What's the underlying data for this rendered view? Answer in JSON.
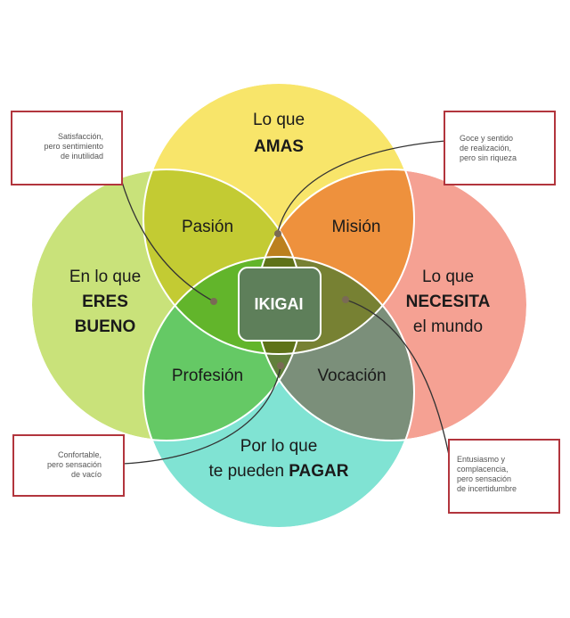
{
  "circles": {
    "top": {
      "line1": "Lo que",
      "line2": "AMAS",
      "color": "#f8e56a"
    },
    "left": {
      "line1": "En lo que",
      "line2": "ERES",
      "line3": "BUENO",
      "color": "#c9e27a"
    },
    "right": {
      "line1": "Lo que",
      "line2": "NECESITA",
      "line3": "el mundo",
      "color": "#f5a193"
    },
    "bottom": {
      "line1": "Por lo que",
      "line2a": "te pueden ",
      "line2b": "PAGAR",
      "color": "#80e3d3"
    }
  },
  "overlaps": {
    "top_left": "Pasión",
    "top_right": "Misión",
    "bottom_left": "Profesión",
    "bottom_right": "Vocación"
  },
  "center": {
    "label": "IKIGAI",
    "color": "#5e7f5a"
  },
  "notes": {
    "top_left": "Satisfacción,\npero sentimiento\nde inutilidad",
    "top_right": "Goce y sentido\nde realización,\npero sin riqueza",
    "bottom_left": "Confortable,\npero sensación\nde vacío",
    "bottom_right": "Entusiasmo y\ncomplacencia,\npero sensación\nde incertidumbre"
  }
}
